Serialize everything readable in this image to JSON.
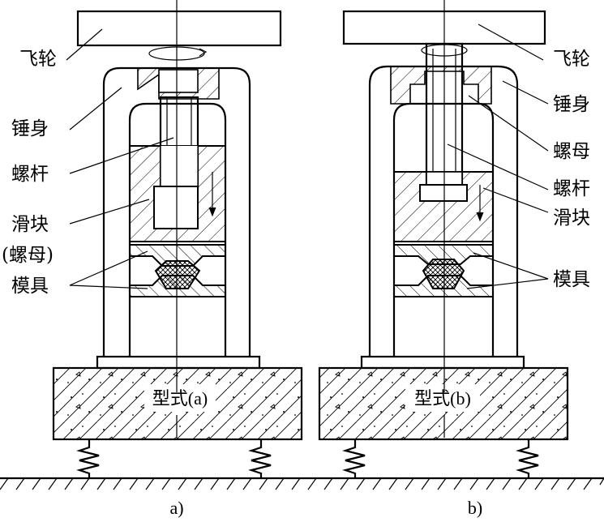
{
  "figure_a": {
    "caption": "a)",
    "base_label": "型式(a)",
    "labels": {
      "flywheel": "飞轮",
      "hammer_body": "锤身",
      "screw_rod": "螺杆",
      "slider": "滑块",
      "slider_note": "(螺母)",
      "die": "模具"
    }
  },
  "figure_b": {
    "caption": "b)",
    "base_label": "型式(b)",
    "labels": {
      "flywheel": "飞轮",
      "hammer_body": "锤身",
      "nut": "螺母",
      "screw_rod": "螺杆",
      "slider": "滑块",
      "die": "模具"
    }
  }
}
